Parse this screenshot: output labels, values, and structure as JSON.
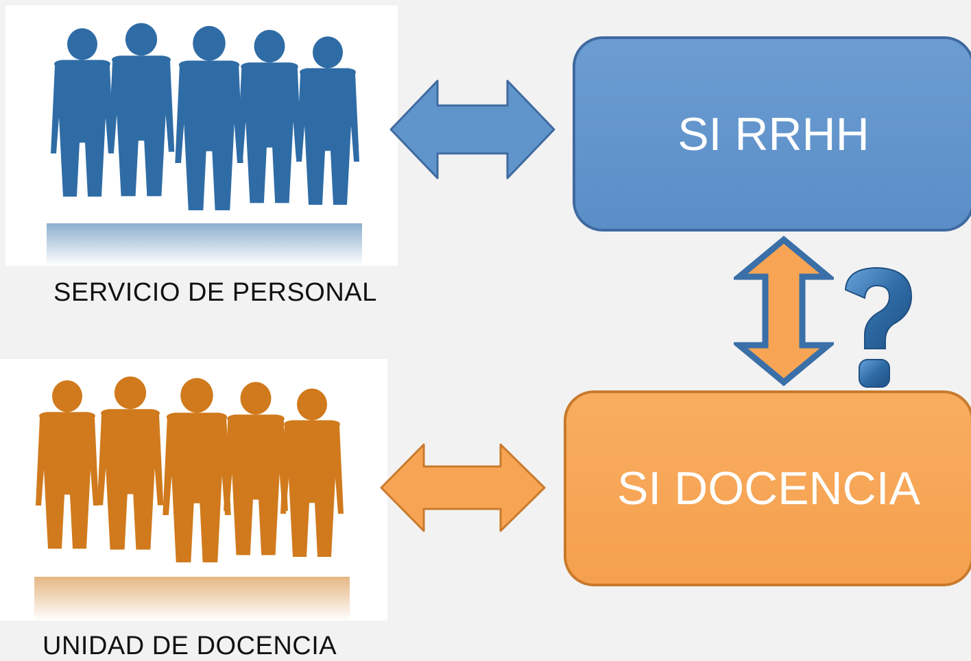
{
  "people_groups": {
    "personal": {
      "caption": "SERVICIO DE PERSONAL",
      "color": "#2f6ca6",
      "icon": "business-people-silhouettes-icon"
    },
    "docencia": {
      "caption": "UNIDAD DE DOCENCIA",
      "color": "#d07a1d",
      "icon": "business-people-silhouettes-icon"
    }
  },
  "systems": {
    "rrhh": {
      "label": "SI RRHH",
      "color": "#6095cc"
    },
    "docencia": {
      "label": "SI DOCENCIA",
      "color": "#f7a554"
    }
  },
  "connectors": {
    "top": "double-arrow-horizontal",
    "bottom": "double-arrow-horizontal",
    "vertical": "double-arrow-vertical",
    "question": "question-mark-icon"
  }
}
